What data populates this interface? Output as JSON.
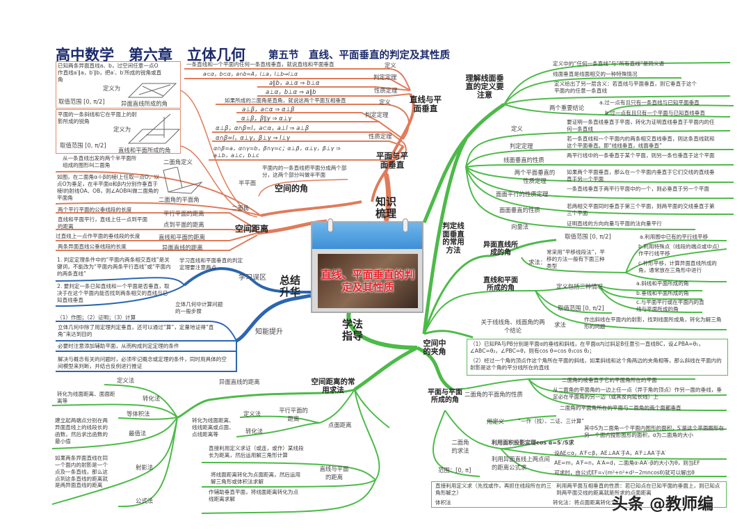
{
  "title": {
    "main": "高中数学　第六章　立体几何",
    "section": "第五节　直线、平面垂直的判定及其性质"
  },
  "center": {
    "label": "直线、平面垂直的判定及其性质",
    "branches": {
      "knowledge": "知识梳理",
      "summary": "总结升华",
      "method": "学法指导"
    }
  },
  "colors": {
    "orange": "#e07b5a",
    "green": "#4cba48",
    "blue": "#2b66b0",
    "title": "#1b2a6b"
  },
  "angles": {
    "skew_def": "已知两条异面直线a、b，过空间任意一点O作直线a′∥a，b′∥b，把a′、b′所成的锐角或直角",
    "skew_defas": "定义为",
    "skew_range": "取值范围 [0, π/2]",
    "skew_name": "异面直线所成的角",
    "lp_def": "平面的一条斜线和它在平面上的射影所成的锐角",
    "lp_defas": "定义为",
    "lp_range": "取值范围 [0, π/2]",
    "lp_name": "直线和平面所成的角",
    "dih_def": "从一条直线出发的两个半平面所组成的图形叫二面角",
    "dih_def_label": "二面角定义",
    "dih_plane": "如图，在二面角α-l-β的棱l上任取一点O，以点O为垂足，在半平面α和β内分别作垂直于棱l的射线OA、OB，则∠AOB叫做二面角的平面角",
    "dih_plane_label": "二面角的平面角",
    "half_def": "平面内的一条直线把平面分成两个部分，这两个部分叫做半平面",
    "half": "半平面",
    "dihedral": "二面角",
    "space_angle": "空间的角"
  },
  "distances": {
    "label": "空间距离",
    "items": [
      {
        "def": "两个平行平面的公垂线段的长度",
        "name": "平行平面的距离"
      },
      {
        "def": "直线和平面平行，直线上任一点到平面的距离",
        "name": "点到平面的距离"
      },
      {
        "def": "过直线上一点作平面的垂线段的长度",
        "name": "直线和平面的距离"
      },
      {
        "def": "两条异面直线公垂线段的长度",
        "name": "异面直线的距离"
      }
    ]
  },
  "perp": {
    "lp": "直线与平面垂直",
    "pp": "平面与平面垂直",
    "lp_items": [
      {
        "text": "一条直线和一个平面内任何一条直线垂直，就说直线和平面垂直",
        "tag": "定义"
      },
      {
        "text": "a⊂α，b⊂α，a∩b=A，l⊥a，l⊥b⇒l⊥α",
        "tag": "判定定理"
      },
      {
        "text": "a∥b，a⊥α ⇒ b⊥α",
        "tag": "性质定理"
      },
      {
        "text": "a⊥α，b⊥α ⇒ a∥b"
      }
    ],
    "pp_items": [
      {
        "text": "如果所成的二面角是直角，就说这两个平面互相垂直",
        "tag": "定义"
      },
      {
        "text": "a⊥β，a⊂α ⇒ α⊥β",
        "tag": "判定定理"
      },
      {
        "text": "α⊥β，β∥γ ⇒ α⊥γ"
      },
      {
        "text": "α⊥β，α∩β=l，a⊂α，a⊥l ⇒ a⊥β",
        "tag": "性质定理"
      },
      {
        "text": "α∩β=l，α⊥γ，β⊥γ ⇒ l⊥γ"
      },
      {
        "text": "α∩β=a，α∩γ=b，β∩γ=c；α⊥β，α⊥γ，β⊥γ ⇒ a⊥b，a⊥c，b⊥c"
      }
    ]
  },
  "summary": {
    "pitfall": "学习误区",
    "pit_head": "学习直线和平面垂直的判定定理要注意两点",
    "pit1": "1. 判定定理条件中的“平面内两条相交直线”是关键词，不能改为“平面内两条平行直线”或“平面内的两条直线”",
    "pit2": "2. 要判定一条已知直线和一个平面是否垂直，取决于在这个平面内能否找到两条相交的直线与已知直线垂直",
    "skill": "知能提升",
    "steps_head": "立体几何中计算问题的一般步骤",
    "steps": "（1）作图；（2）证明；（3）计算",
    "s1": "立体几何中除了用定理判定垂直，还可以通过“算”，定量地证得“直角”来达到目的",
    "s2": "必要时注意添加辅助平面，从而构成判定定理的条件",
    "s3": "解决与概念有关的问题时，必须牢记概念或定理的条件，同时用具体的空间模型来判断，并结合反例进行推证"
  },
  "distmethods": {
    "label": "空间距离的常用求法",
    "skew": "异面直线的距离",
    "def": "定义法",
    "conv_desc": "转化为线面距离、面面距离等",
    "conv": "转化法",
    "vol": "等体积法",
    "ext_desc": "建立起两端点分别在两异面直线上的线段长的函数，然后求出函数的最小值",
    "ext": "最值法",
    "proj_desc": "如果两条异面直线在同一个面内的射影是一个点及一条直线，那么这点到这条直线的距离就是两异面直线的距离",
    "proj": "射影法",
    "formula": "公式法",
    "pp": "平行平面的距离",
    "pp_def": "定义法",
    "pp_conv": "转化法",
    "pp_desc": "转化为线面距离、线线距离或点面、点线距离等",
    "point_plane": "点面距离",
    "lp": "直线与平面的距离",
    "lp1": "直接利用定义求证（或连，或作）某线段长为距离，然后运用解三角形计算",
    "lp2": "将线面距离转化为点面距离，然后运用解三角形或体积法求解",
    "lp3": "作辅助垂直平面，将线面距离转化为点线距离求解"
  },
  "understand": {
    "label": "理解线面垂直的定义要注意",
    "i1": "定义中的“任何一条直线”与“所有直线”是同义语",
    "i2": "线面垂直是线面相交的一种特殊情况",
    "i3": "定义给出了另一层含义：若直线与平面垂直，则它垂直于这个平面内的任意一条直线",
    "c": "两个重要结论",
    "ca": "a.过一点有且只有一条直线与已知平面垂直",
    "cb": "b.过一点有且只有一个平面与已知直线垂直"
  },
  "judge": {
    "label": "判定线面垂直的常用方法",
    "items": [
      {
        "k": "定义",
        "v": "要证明一条直线垂直于平面，转化为证明直线垂直于平面内的任何一条直线"
      },
      {
        "k": "判定定理",
        "v": "若一条直线和一个平面内的两条相交直线垂直，则这条直线就和这个平面垂直。即“线线垂直，线面垂直”"
      },
      {
        "k": "线面垂直的性质",
        "v": "两平行线中的一条垂直于某个平面，则另一条也垂直于这个平面"
      },
      {
        "k": "两个平面垂直的性质定理",
        "v": "如果两个平面垂直，那么在一个平面内垂直于它们交线的直线垂直于另一个平面"
      },
      {
        "k": "面面平行的性质定理",
        "v": "一条直线垂直于两平行平面中的一个，则必垂直于另一个平面"
      },
      {
        "k": "面面垂直的性质",
        "v": "若两相交平面同时垂直于第三个平面，则两平面的交线垂直于第三个平面"
      },
      {
        "k": "向量法",
        "v": "证明直线的方向向量与平面的法向量平行"
      }
    ]
  },
  "spaceangle": {
    "label": "空间中的夹角",
    "skew": "异面直线所成的角",
    "skew_range": "取值范围 [0, π/2]",
    "skew_find": "求法：",
    "skew_desc": "常采用“平移线段法”，平移的方法一般有下面三种类型",
    "sa": "a.利用图中已有的平行线平移",
    "sb": "b.利用特殊点（线段的端点或中点）作平行线平移",
    "sc": "c.补形平移，计算异面直线所成的角，通常放在三角形中进行",
    "lp": "直线和平面所成的角",
    "lp_def": "定义包括三种情况",
    "la": "a.斜线和平面所成的角",
    "lb": "b.垂线和平面所成的角",
    "lc": "c.与平面平行或在平面内的直线与平面所成的角",
    "lp_range": "取值范围 [0, π/2]",
    "lp_find": "求法",
    "lp_find_desc": "作出斜线在平面内的射影，找到线面所成角，转化为解三角形的问题",
    "conc": "关于线线角、线面角的两个结论",
    "conc1": "（1）已知PA与PB分别是平面α的垂线和斜线，在平面α内过斜足B任意引一直线BC，设∠PBA=θ₁，∠ABC=θ₂，∠PBC=θ，则有cos θ=cos θ₁cos θ₂；",
    "conc2": "（2）经过一个角的顶点作这个角所在平面的斜线，如果斜线和这个角两边的夹角相等，那么斜线在平面内的射影是这个角的平分线所在的直线",
    "pp": "平面与平面所成的角",
    "pp_prop": "二面角的平面角的性质",
    "p1": "二面角的棱垂直于它的平面角所在的平面",
    "p2": "从二面角的平面角的一边上任一点（异于角的顶点）作另一面的垂线，垂足必在平面角的另一边（或其反向延长线）上",
    "p3": "二面角的平面角所在的平面与二面角的两个面都垂直",
    "dm": "二面角的求法",
    "d_def": "用定义",
    "d_def_v": "“一作（找）、二证、三计算”",
    "d_area": "利用面积投影定理cos α=S′/S求",
    "d_area_v": "其中S为二面角一个平面内图形的面积，S′是这个平面图形在另一个面内投影图形的面积，α为二面角的大小",
    "d_dist": "利用异面直线上两点间的距离公式求",
    "d_dist_v1": "设AE⊂α，A′F⊂β，AE⊥AA′于A，A′F⊥AA′于A′",
    "d_dist_v2": "AE=m，A′F=n，A′A=d，二面角α-AA′-β的大小为θ，则当EF",
    "d_dist_v3": "可求时，由公式EF=√(m²+n²+d²−2mncosθ)就可以解出θ",
    "range": "范围：[0, π]"
  },
  "pointplane": {
    "a": "直接利用定义求（先找或作，再抓住线段所在的三角形解之）",
    "b": "利用两平面互相垂直的性质：若已知点在已知平面的垂面上，则已知点到两平面交线的距离就是所求的点面距离",
    "c": "体积法",
    "d": "转化法：将点面距离转化为"
  },
  "watermark": "头条 @教师编"
}
